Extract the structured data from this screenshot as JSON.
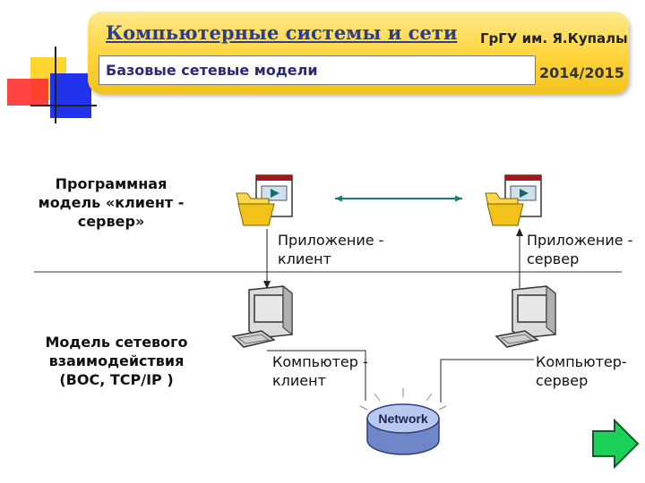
{
  "header": {
    "course_title": "Компьютерные системы и сети",
    "university": "ГрГУ им. Я.Купалы",
    "topic": "Базовые сетевые модели",
    "year": "2014/2015"
  },
  "diagram": {
    "software_model_label": [
      "Программная",
      "модель «клиент -",
      "сервер»"
    ],
    "network_model_label": [
      "Модель сетевого",
      "взаимодействия",
      "(ВОС, TCP/IP )"
    ],
    "client_app_label": [
      "Приложение -",
      "клиент"
    ],
    "server_app_label": [
      "Приложение -",
      "сервер"
    ],
    "client_pc_label": [
      "Компьютер -",
      "клиент"
    ],
    "server_pc_label": [
      "Компьютер-",
      "сервер"
    ],
    "network_label": "Network"
  },
  "colors": {
    "banner": "#ffd43a",
    "title": "#2b3f8c",
    "deco_yellow": "#ffd630",
    "deco_red": "#ff3030",
    "deco_blue": "#2233ee",
    "nav_arrow": "#1cd15a",
    "network_disk": "#8aa0d8"
  },
  "icons": {
    "app_icon": "folder-window-icon",
    "computer_icon": "desktop-computer-icon",
    "network_icon": "network-disk-icon",
    "nav_icon": "next-arrow-icon"
  }
}
